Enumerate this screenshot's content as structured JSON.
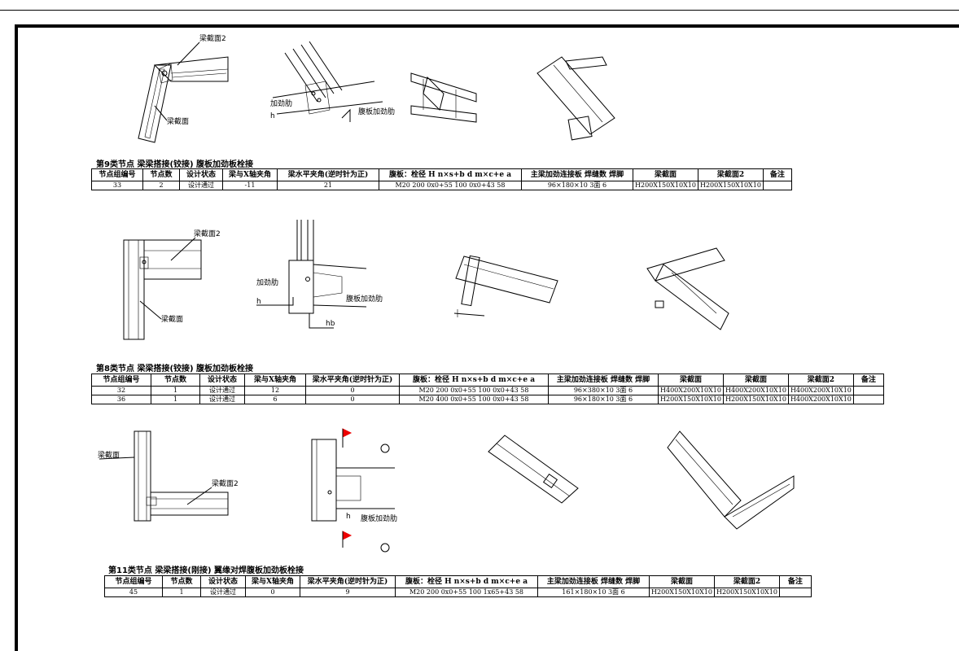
{
  "labels": {
    "beam_section": "梁截面",
    "beam_section2": "梁截面2",
    "stiffener": "加劲肋",
    "web_stiffener": "腹板加劲肋",
    "hb": "hb",
    "h": "h"
  },
  "sections": [
    {
      "title": "第9类节点  梁梁搭接(铰接) 腹板加劲板栓接",
      "headers": [
        "节点组编号",
        "节点数",
        "设计状态",
        "梁与X轴夹角",
        "梁水平夹角(逆时针为正)",
        "腹板：栓径 H n×s+b d m×c+e a",
        "主梁加劲连接板 焊缝数 焊脚",
        "梁截面",
        "梁截面2",
        "备注"
      ],
      "rows": [
        [
          "33",
          "2",
          "设计通过",
          "-11",
          "21",
          "M20  200  0x0+55  100  0x0+43  58",
          "96×180×10  3面  6",
          "H200X150X10X10",
          "H200X150X10X10",
          ""
        ]
      ]
    },
    {
      "title": "第8类节点  梁梁搭接(铰接) 腹板加劲板栓接",
      "headers": [
        "节点组编号",
        "节点数",
        "设计状态",
        "梁与X轴夹角",
        "梁水平夹角(逆时针为正)",
        "腹板：栓径 H n×s+b d m×c+e a",
        "主梁加劲连接板 焊缝数 焊脚",
        "梁截面",
        "梁截面",
        "梁截面2",
        "备注"
      ],
      "rows": [
        [
          "32",
          "1",
          "设计通过",
          "12",
          "0",
          "M20  200  0x0+55  100  0x0+43  58",
          "96×380×10  3面  6",
          "H400X200X10X10",
          "H400X200X10X10",
          "H400X200X10X10",
          ""
        ],
        [
          "36",
          "1",
          "设计通过",
          "6",
          "0",
          "M20  400  0x0+55  100  0x0+43  58",
          "96×180×10  3面  6",
          "H200X150X10X10",
          "H200X150X10X10",
          "H400X200X10X10",
          ""
        ]
      ]
    },
    {
      "title": "第11类节点  梁梁搭接(刚接) 翼缘对焊腹板加劲板栓接",
      "headers": [
        "节点组编号",
        "节点数",
        "设计状态",
        "梁与X轴夹角",
        "梁水平夹角(逆时针为正)",
        "腹板：栓径 H n×s+b d m×c+e a",
        "主梁加劲连接板 焊缝数 焊脚",
        "梁截面",
        "梁截面2",
        "备注"
      ],
      "rows": [
        [
          "45",
          "1",
          "设计通过",
          "0",
          "9",
          "M20  200  0x0+55  100  1x65+43  58",
          "161×180×10  3面  6",
          "H200X150X10X10",
          "H200X150X10X10",
          ""
        ]
      ]
    }
  ]
}
